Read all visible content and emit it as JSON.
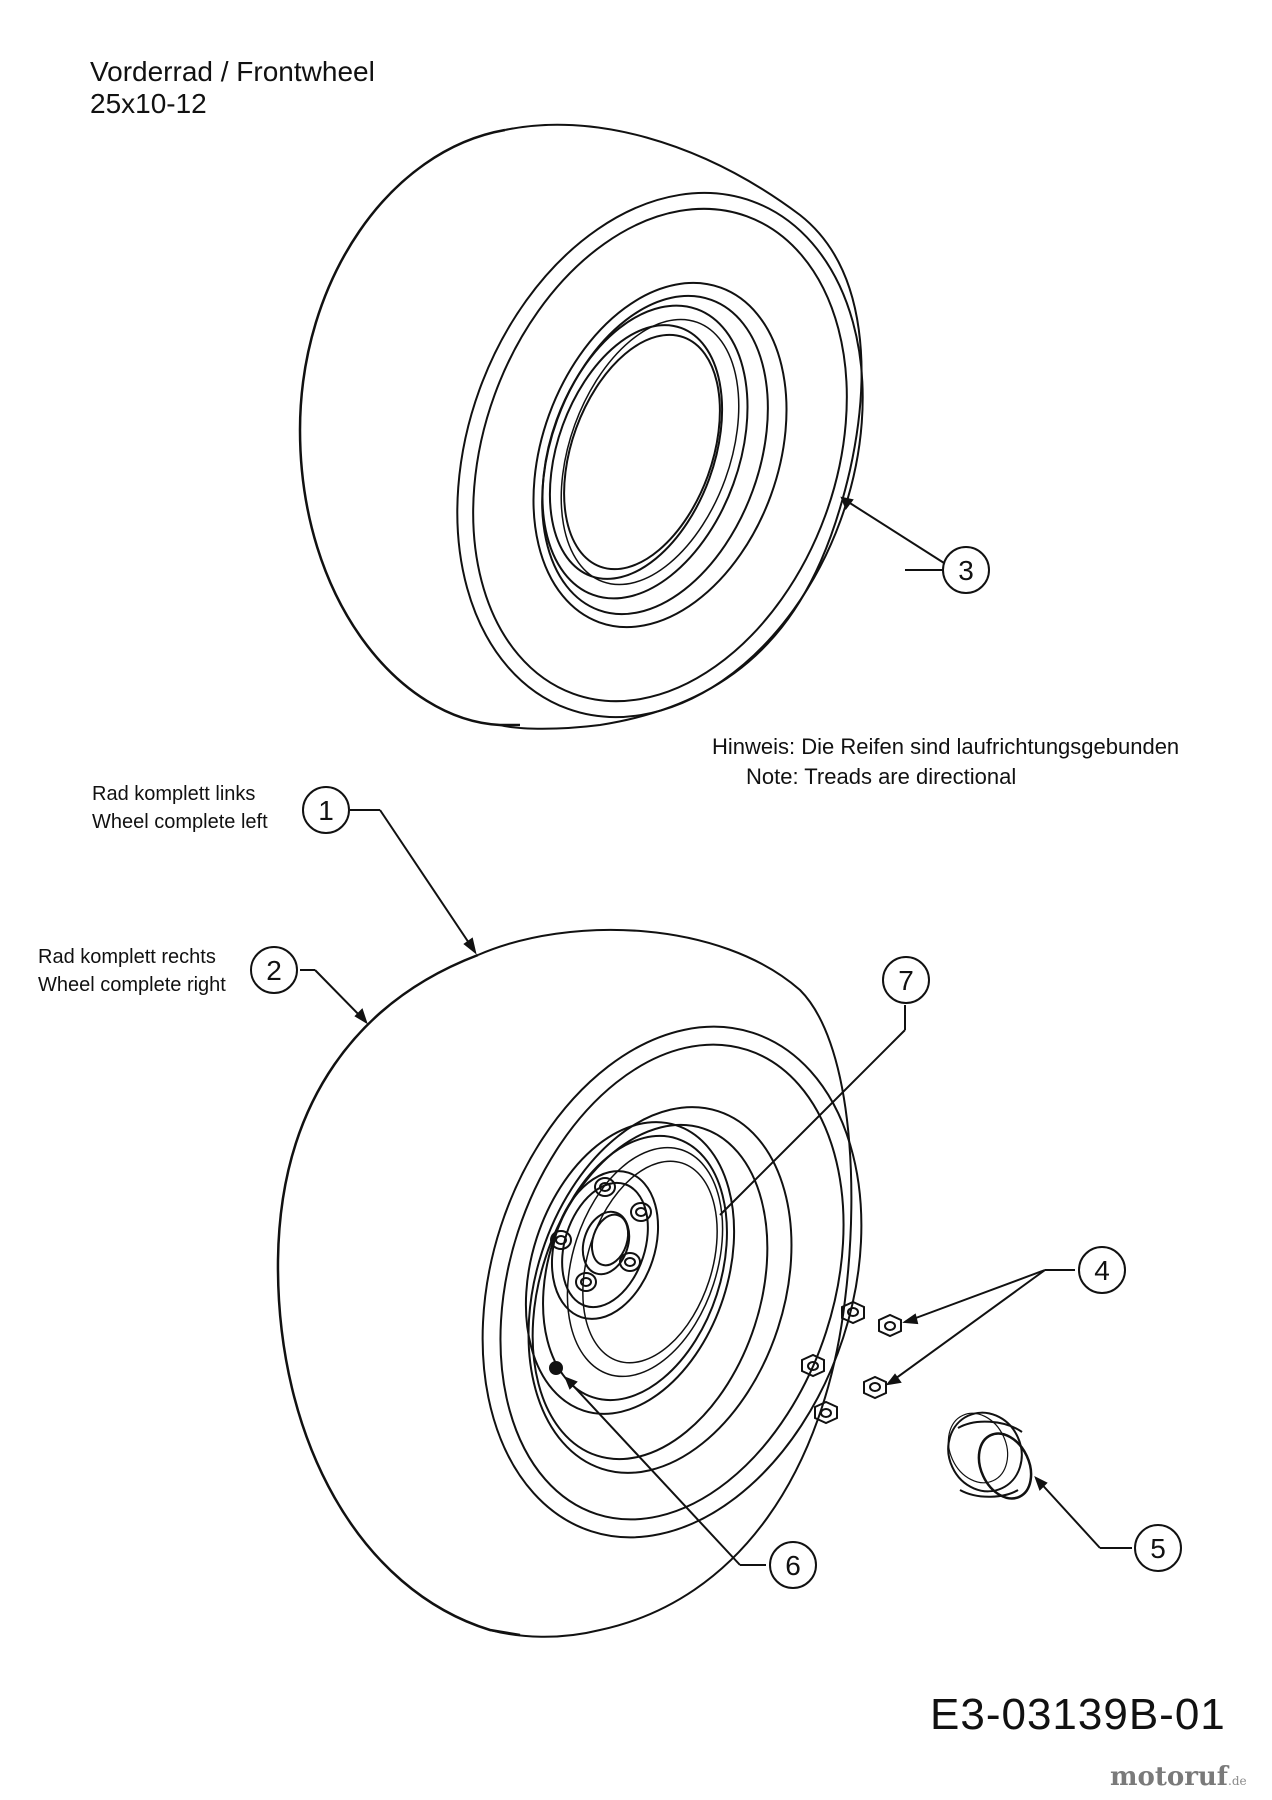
{
  "title": {
    "line1": "Vorderrad / Frontwheel",
    "line2": "25x10-12"
  },
  "note": {
    "line1": "Hinweis: Die Reifen sind laufrichtungsgebunden",
    "line2": "Note: Treads are directional"
  },
  "labels": {
    "left_de": "Rad komplett links",
    "left_en": "Wheel complete left",
    "right_de": "Rad komplett rechts",
    "right_en": "Wheel complete right"
  },
  "callouts": [
    "1",
    "2",
    "3",
    "4",
    "5",
    "6",
    "7"
  ],
  "document_id": "E3-03139B-01",
  "watermark": {
    "text": "motoruf",
    "tld": ".de"
  }
}
